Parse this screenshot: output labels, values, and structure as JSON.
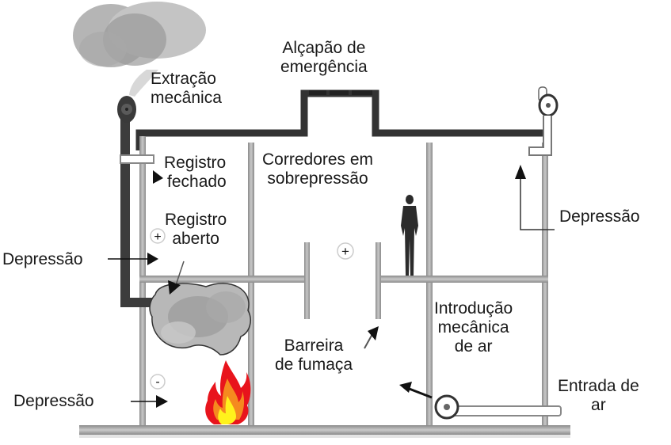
{
  "title": "Sistema de controle de fumaça por pressurização de corredores",
  "colors": {
    "wall": "#9a9a9a",
    "roof": "#333333",
    "duct_dark": "#3c3c3c",
    "smoke_light": "#bdbdbd",
    "smoke_mid": "#9d9d9d",
    "flame_red": "#e8141c",
    "flame_orange": "#f58a1f",
    "flame_yellow": "#fff21c",
    "person": "#2b2b2b",
    "text": "#1a1a1a"
  },
  "labels": {
    "extraction": [
      "Extração",
      "mecânica"
    ],
    "hatch": [
      "Alçapão de",
      "emergência"
    ],
    "damper_closed": [
      "Registro",
      "fechado"
    ],
    "damper_open": [
      "Registro",
      "aberto"
    ],
    "corridors": [
      "Corredores em",
      "sobrepressão"
    ],
    "depression_left_upper": "Depressão",
    "depression_left_lower": "Depressão",
    "depression_right": "Depressão",
    "smoke_barrier": [
      "Barreira",
      "de fumaça"
    ],
    "air_intro": [
      "Introdução",
      "mecânica",
      "de ar"
    ],
    "air_inlet": [
      "Entrada de",
      "ar"
    ]
  },
  "pressure_markers": {
    "upper_left_room": "+",
    "corridor": "+",
    "fire_room": "-"
  },
  "icons": [
    "smoke-cloud",
    "exhaust-fan",
    "supply-fan",
    "roof-fan",
    "fire",
    "person",
    "hatch"
  ]
}
